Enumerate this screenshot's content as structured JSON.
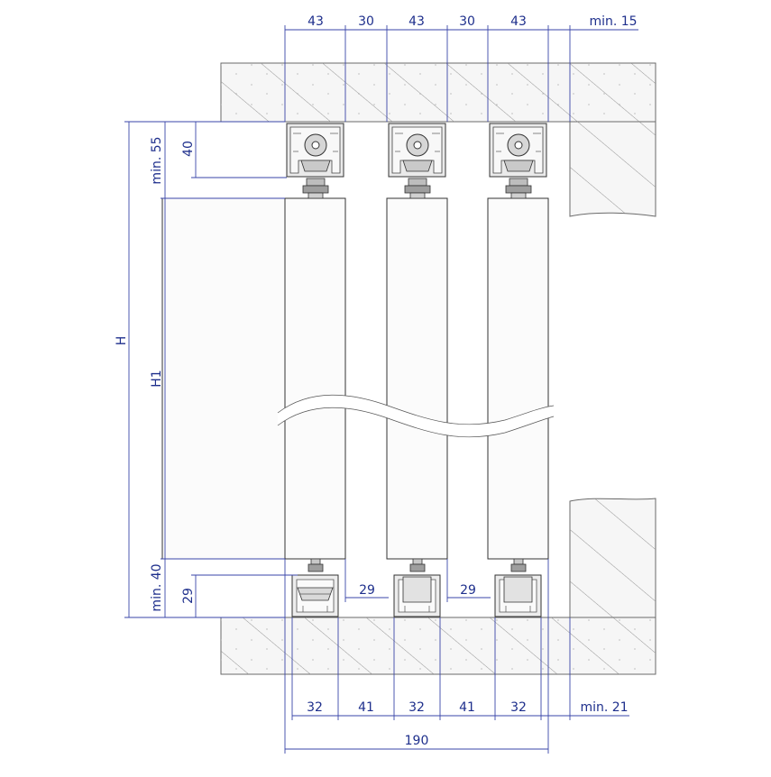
{
  "dimensions": {
    "top_widths": [
      "43",
      "30",
      "43",
      "30",
      "43"
    ],
    "top_clearance": "min. 15",
    "bottom_widths": [
      "32",
      "41",
      "32",
      "41",
      "32"
    ],
    "bottom_clearance": "min. 21",
    "total_width": "190",
    "left_overall_height": "H",
    "left_panel_height": "H1",
    "top_clearance_vertical": "min. 55",
    "top_track_height": "40",
    "bottom_clearance_vertical": "min. 40",
    "bottom_track_height": "29",
    "gap_left": "29",
    "gap_right": "29"
  },
  "colors": {
    "dimension_text": "#1e2f8c",
    "dimension_line": "#3a46a8",
    "outline": "#2a2a2a",
    "hatch": "#7a7a7a"
  }
}
